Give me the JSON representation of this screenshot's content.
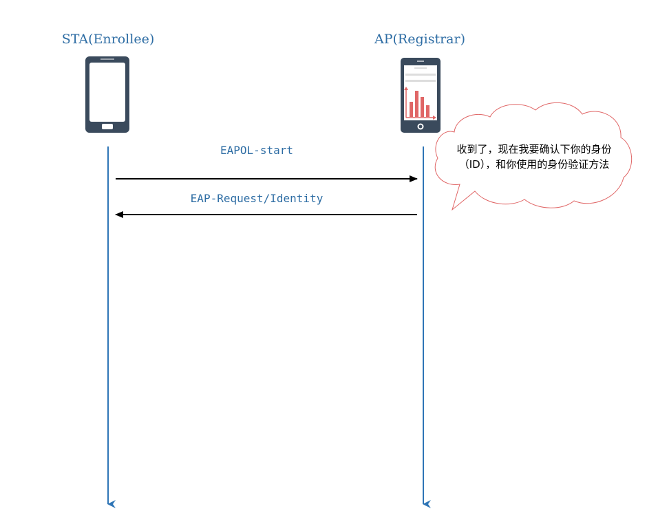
{
  "actors": {
    "sta": {
      "label": "STA(Enrollee)",
      "icon": "smartphone-icon"
    },
    "ap": {
      "label": "AP(Registrar)",
      "icon": "smartphone-chart-icon"
    }
  },
  "messages": [
    {
      "label": "EAPOL-start",
      "from": "sta",
      "to": "ap"
    },
    {
      "label": "EAP-Request/Identity",
      "from": "ap",
      "to": "sta"
    }
  ],
  "note": {
    "line1": "收到了，现在我要确认下你的身份",
    "line2": "（ID），和你使用的身份验证方法"
  },
  "colors": {
    "lifeline": "#2e75b6",
    "label": "#2e6da4",
    "arrow": "#000000",
    "phone_body": "#3a4a5c",
    "note_border": "#e06666",
    "chart_bars": "#e06666"
  }
}
